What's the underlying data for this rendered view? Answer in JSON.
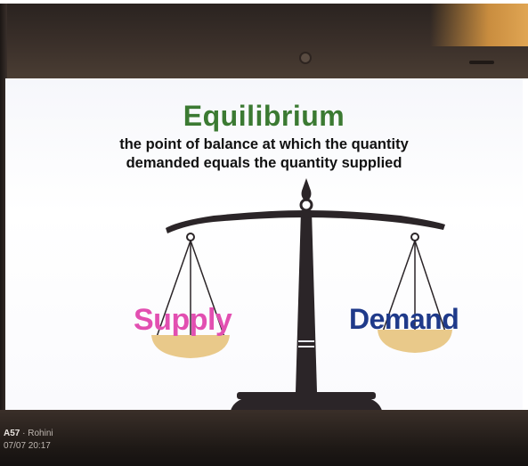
{
  "slide": {
    "title": "Equilibrium",
    "subtitle_line1": "the point of balance at which the quantity",
    "subtitle_line2": "demanded equals the quantity supplied",
    "left_pan_label": "Supply",
    "right_pan_label": "Demand",
    "title_color": "#3b7a32",
    "supply_color": "#e24fb1",
    "demand_color": "#1f3a8a",
    "pan_color": "#e9c98a",
    "scale_color": "#2b2528"
  },
  "camera_stamp": {
    "device": "A57",
    "separator": "·",
    "owner": "Rohini",
    "datetime": "07/07 20:17"
  }
}
